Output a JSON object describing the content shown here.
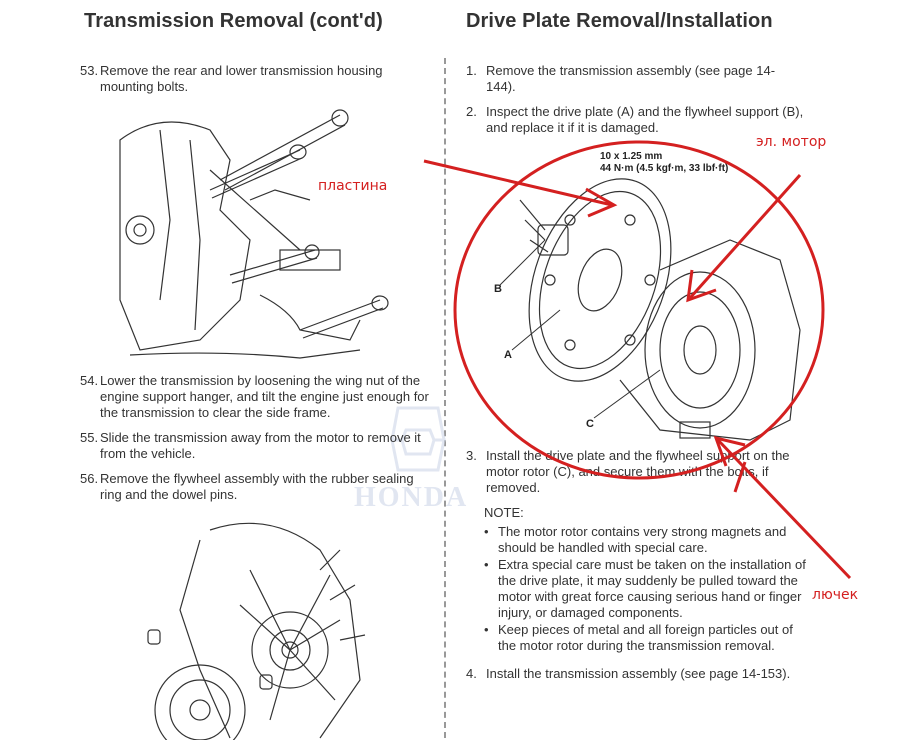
{
  "left": {
    "title": "Transmission Removal (cont'd)",
    "steps": [
      {
        "num": "53.",
        "text": "Remove the rear and lower transmission housing mounting bolts."
      },
      {
        "num": "54.",
        "text": "Lower the transmission by loosening the wing nut of the engine support hanger, and tilt the engine just enough for the transmission to clear the side frame."
      },
      {
        "num": "55.",
        "text": "Slide the transmission away from the motor to remove it from the vehicle."
      },
      {
        "num": "56.",
        "text": "Remove the flywheel assembly with the rubber sealing ring and the dowel pins."
      }
    ],
    "annotation": "пластина"
  },
  "right": {
    "title": "Drive Plate Removal/Installation",
    "steps": [
      {
        "num": "1.",
        "text": "Remove the transmission assembly (see page 14-144)."
      },
      {
        "num": "2.",
        "text": "Inspect the drive plate (A) and the flywheel support (B), and replace it if it is damaged."
      },
      {
        "num": "3.",
        "text": "Install the drive plate and the flywheel support on the motor rotor (C), and secure them with the bolts, if removed."
      },
      {
        "num": "4.",
        "text": "Install the transmission assembly (see page 14-153)."
      }
    ],
    "spec_line1": "10 x 1.25 mm",
    "spec_line2": "44 N·m (4.5 kgf·m, 33 lbf·ft)",
    "labels": {
      "a": "A",
      "b": "B",
      "c": "C"
    },
    "note_title": "NOTE:",
    "notes": [
      "The motor rotor contains very strong magnets and should be handled with special care.",
      "Extra special care must be taken on the installation of the drive plate, it may suddenly be pulled toward the motor with great force causing serious hand or finger injury, or damaged components.",
      "Keep pieces of metal and all foreign particles out of the motor rotor during the transmission removal."
    ],
    "annotation_motor": "эл. мотор",
    "annotation_hatch": "лючек"
  },
  "watermark": "HONDA",
  "colors": {
    "annotation": "#d42020",
    "text": "#333333",
    "watermark": "#c9d3e6"
  }
}
